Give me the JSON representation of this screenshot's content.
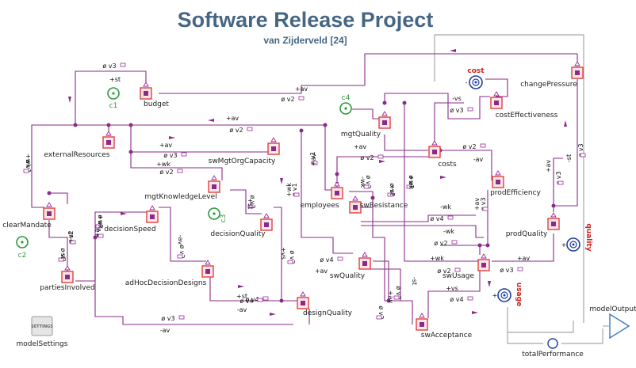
{
  "title": "Software Release Project",
  "subtitle": "van Zijderveld [24]",
  "blocks": [
    {
      "id": "budget",
      "label": "budget"
    },
    {
      "id": "externalResources",
      "label": "externalResources"
    },
    {
      "id": "swMgtOrgCapacity",
      "label": "swMgtOrgCapacity"
    },
    {
      "id": "mgtKnowledgeLevel",
      "label": "mgtKnowledgeLevel"
    },
    {
      "id": "mgtQuality",
      "label": "mgtQuality"
    },
    {
      "id": "clearMandate",
      "label": "clearMandate"
    },
    {
      "id": "partiesInvolved",
      "label": "partiesInvolved"
    },
    {
      "id": "decisionSpeed",
      "label": "decisionSpeed"
    },
    {
      "id": "adHocDecisionDesigns",
      "label": "adHocDecisionDesigns"
    },
    {
      "id": "decisionQuality",
      "label": "decisionQuality"
    },
    {
      "id": "employees",
      "label": "employees"
    },
    {
      "id": "swResistance",
      "label": "swResistance"
    },
    {
      "id": "swQuality",
      "label": "swQuality"
    },
    {
      "id": "designQuality",
      "label": "designQuality"
    },
    {
      "id": "costs",
      "label": "costs"
    },
    {
      "id": "costEffectiveness",
      "label": "costEffectiveness"
    },
    {
      "id": "changePressure",
      "label": "changePressure"
    },
    {
      "id": "prodEfficiency",
      "label": "prodEfficiency"
    },
    {
      "id": "prodQuality",
      "label": "prodQuality"
    },
    {
      "id": "swUsage",
      "label": "swUsage"
    },
    {
      "id": "swAcceptance",
      "label": "swAcceptance"
    }
  ],
  "sources": [
    {
      "id": "c1",
      "label": "c1"
    },
    {
      "id": "c2",
      "label": "c2"
    },
    {
      "id": "c3",
      "label": "c3"
    },
    {
      "id": "c4",
      "label": "c4"
    }
  ],
  "outputs": [
    {
      "id": "cost",
      "label": "cost",
      "pol": "-"
    },
    {
      "id": "quality",
      "label": "quality",
      "pol": "+"
    },
    {
      "id": "usage",
      "label": "usage",
      "pol": "+"
    }
  ],
  "modelSettings": {
    "label": "modelSettings",
    "icon_text": "SETTINGS"
  },
  "modelOutput": {
    "label": "modelOutput"
  },
  "totalPerformance": {
    "label": "totalPerformance"
  },
  "edge_labels": [
    {
      "sym": "ø v3",
      "act": "+st"
    },
    {
      "sym": "ø v2",
      "act": "+av"
    },
    {
      "sym": "ø v2",
      "act": "+av"
    },
    {
      "sym": "ø v3",
      "act": "+av"
    },
    {
      "sym": "ø v2",
      "act": "+wk"
    },
    {
      "sym": "ø v4",
      "act": "+st"
    },
    {
      "sym": "ø v4",
      "act": "+av"
    },
    {
      "sym": "ø v2",
      "act": "-wk"
    },
    {
      "sym": "ø v3",
      "act": "-vs"
    },
    {
      "sym": "ø v2",
      "act": "-av"
    },
    {
      "sym": "ø v3",
      "act": "+av"
    },
    {
      "sym": "ø v4",
      "act": "-wk"
    },
    {
      "sym": "ø v2",
      "act": "-wk"
    },
    {
      "sym": "ø v2",
      "act": "+wk"
    },
    {
      "sym": "ø v3",
      "act": "+av"
    },
    {
      "sym": "ø v4",
      "act": "+vs"
    },
    {
      "sym": "ø v4",
      "act": "-av"
    },
    {
      "sym": "ø v3",
      "act": "-av"
    },
    {
      "sym": "ø v2",
      "act": "+av"
    },
    {
      "sym": "ø v3",
      "act": "-st"
    },
    {
      "sym": "ø v3",
      "act": "+av"
    },
    {
      "sym": "ø v2",
      "act": "-av"
    },
    {
      "sym": "ø v2",
      "act": "+st"
    },
    {
      "sym": "ø v1",
      "act": "+wk"
    },
    {
      "sym": "ø v2",
      "act": "+vs"
    },
    {
      "sym": "ø v1",
      "act": "+av"
    },
    {
      "sym": "ø v1",
      "act": "+wk"
    },
    {
      "sym": "ø v3",
      "act": "+av"
    },
    {
      "sym": "ø v2",
      "act": "+st"
    },
    {
      "sym": "ø v3",
      "act": "-st"
    },
    {
      "sym": "ø v2",
      "act": "+wk"
    },
    {
      "sym": "ø v3",
      "act": "+wk"
    },
    {
      "sym": "ø v2",
      "act": "-st"
    },
    {
      "sym": "ø v2",
      "act": "+av"
    },
    {
      "sym": "ø v2",
      "act": "+st"
    }
  ],
  "colors": {
    "title": "#456684",
    "wire": "#8a2a8a",
    "block_border": "#e04040",
    "block_fill": "#fde7e7",
    "port": "#9a2a9a",
    "output_wire": "#a8a8a8",
    "source": "#2a9a3a",
    "output_ring": "#1e3f9c",
    "model_output": "#3b7ac4"
  }
}
